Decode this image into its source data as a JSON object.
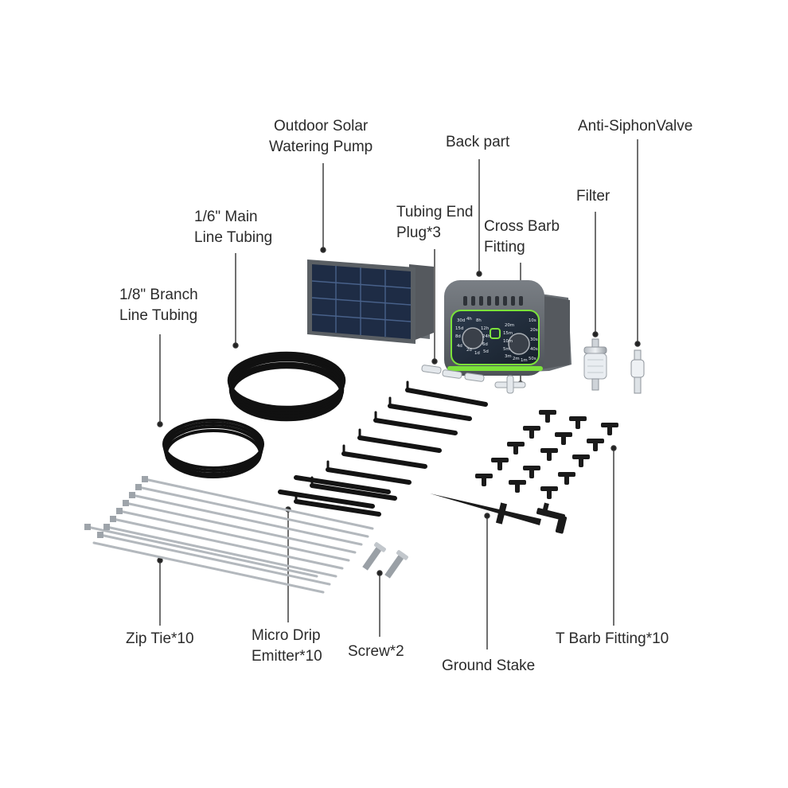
{
  "labels": {
    "solar_pump": [
      "Outdoor Solar",
      "Watering Pump"
    ],
    "back_part": "Back part",
    "anti_siphon": "Anti-SiphonValve",
    "filter": "Filter",
    "main_tubing": [
      "1/6\" Main",
      "Line Tubing"
    ],
    "end_plug": [
      "Tubing End",
      "Plug*3"
    ],
    "cross_barb": [
      "Cross Barb",
      "Fitting"
    ],
    "branch_tubing": [
      "1/8\" Branch",
      "Line Tubing"
    ],
    "zip_tie": "Zip Tie*10",
    "drip_emitter": [
      "Micro Drip",
      "Emitter*10"
    ],
    "screw": "Screw*2",
    "ground_stake": "Ground Stake",
    "t_barb": "T Barb Fitting*10"
  },
  "pump_display": {
    "left_dial_values": [
      "30d",
      "15d",
      "8d",
      "4d",
      "2d",
      "1d",
      "4h",
      "8h",
      "12h",
      "24h",
      "6d",
      "5d"
    ],
    "right_dial_values": [
      "20m",
      "15m",
      "10m",
      "5m",
      "3m",
      "2m",
      "1m",
      "10s",
      "20s",
      "30s",
      "40s",
      "50s"
    ]
  },
  "colors": {
    "accent_green": "#7be23a",
    "device_gray": "#5f6368",
    "panel_dark": "#1f2a38",
    "tube_black": "#111111"
  }
}
